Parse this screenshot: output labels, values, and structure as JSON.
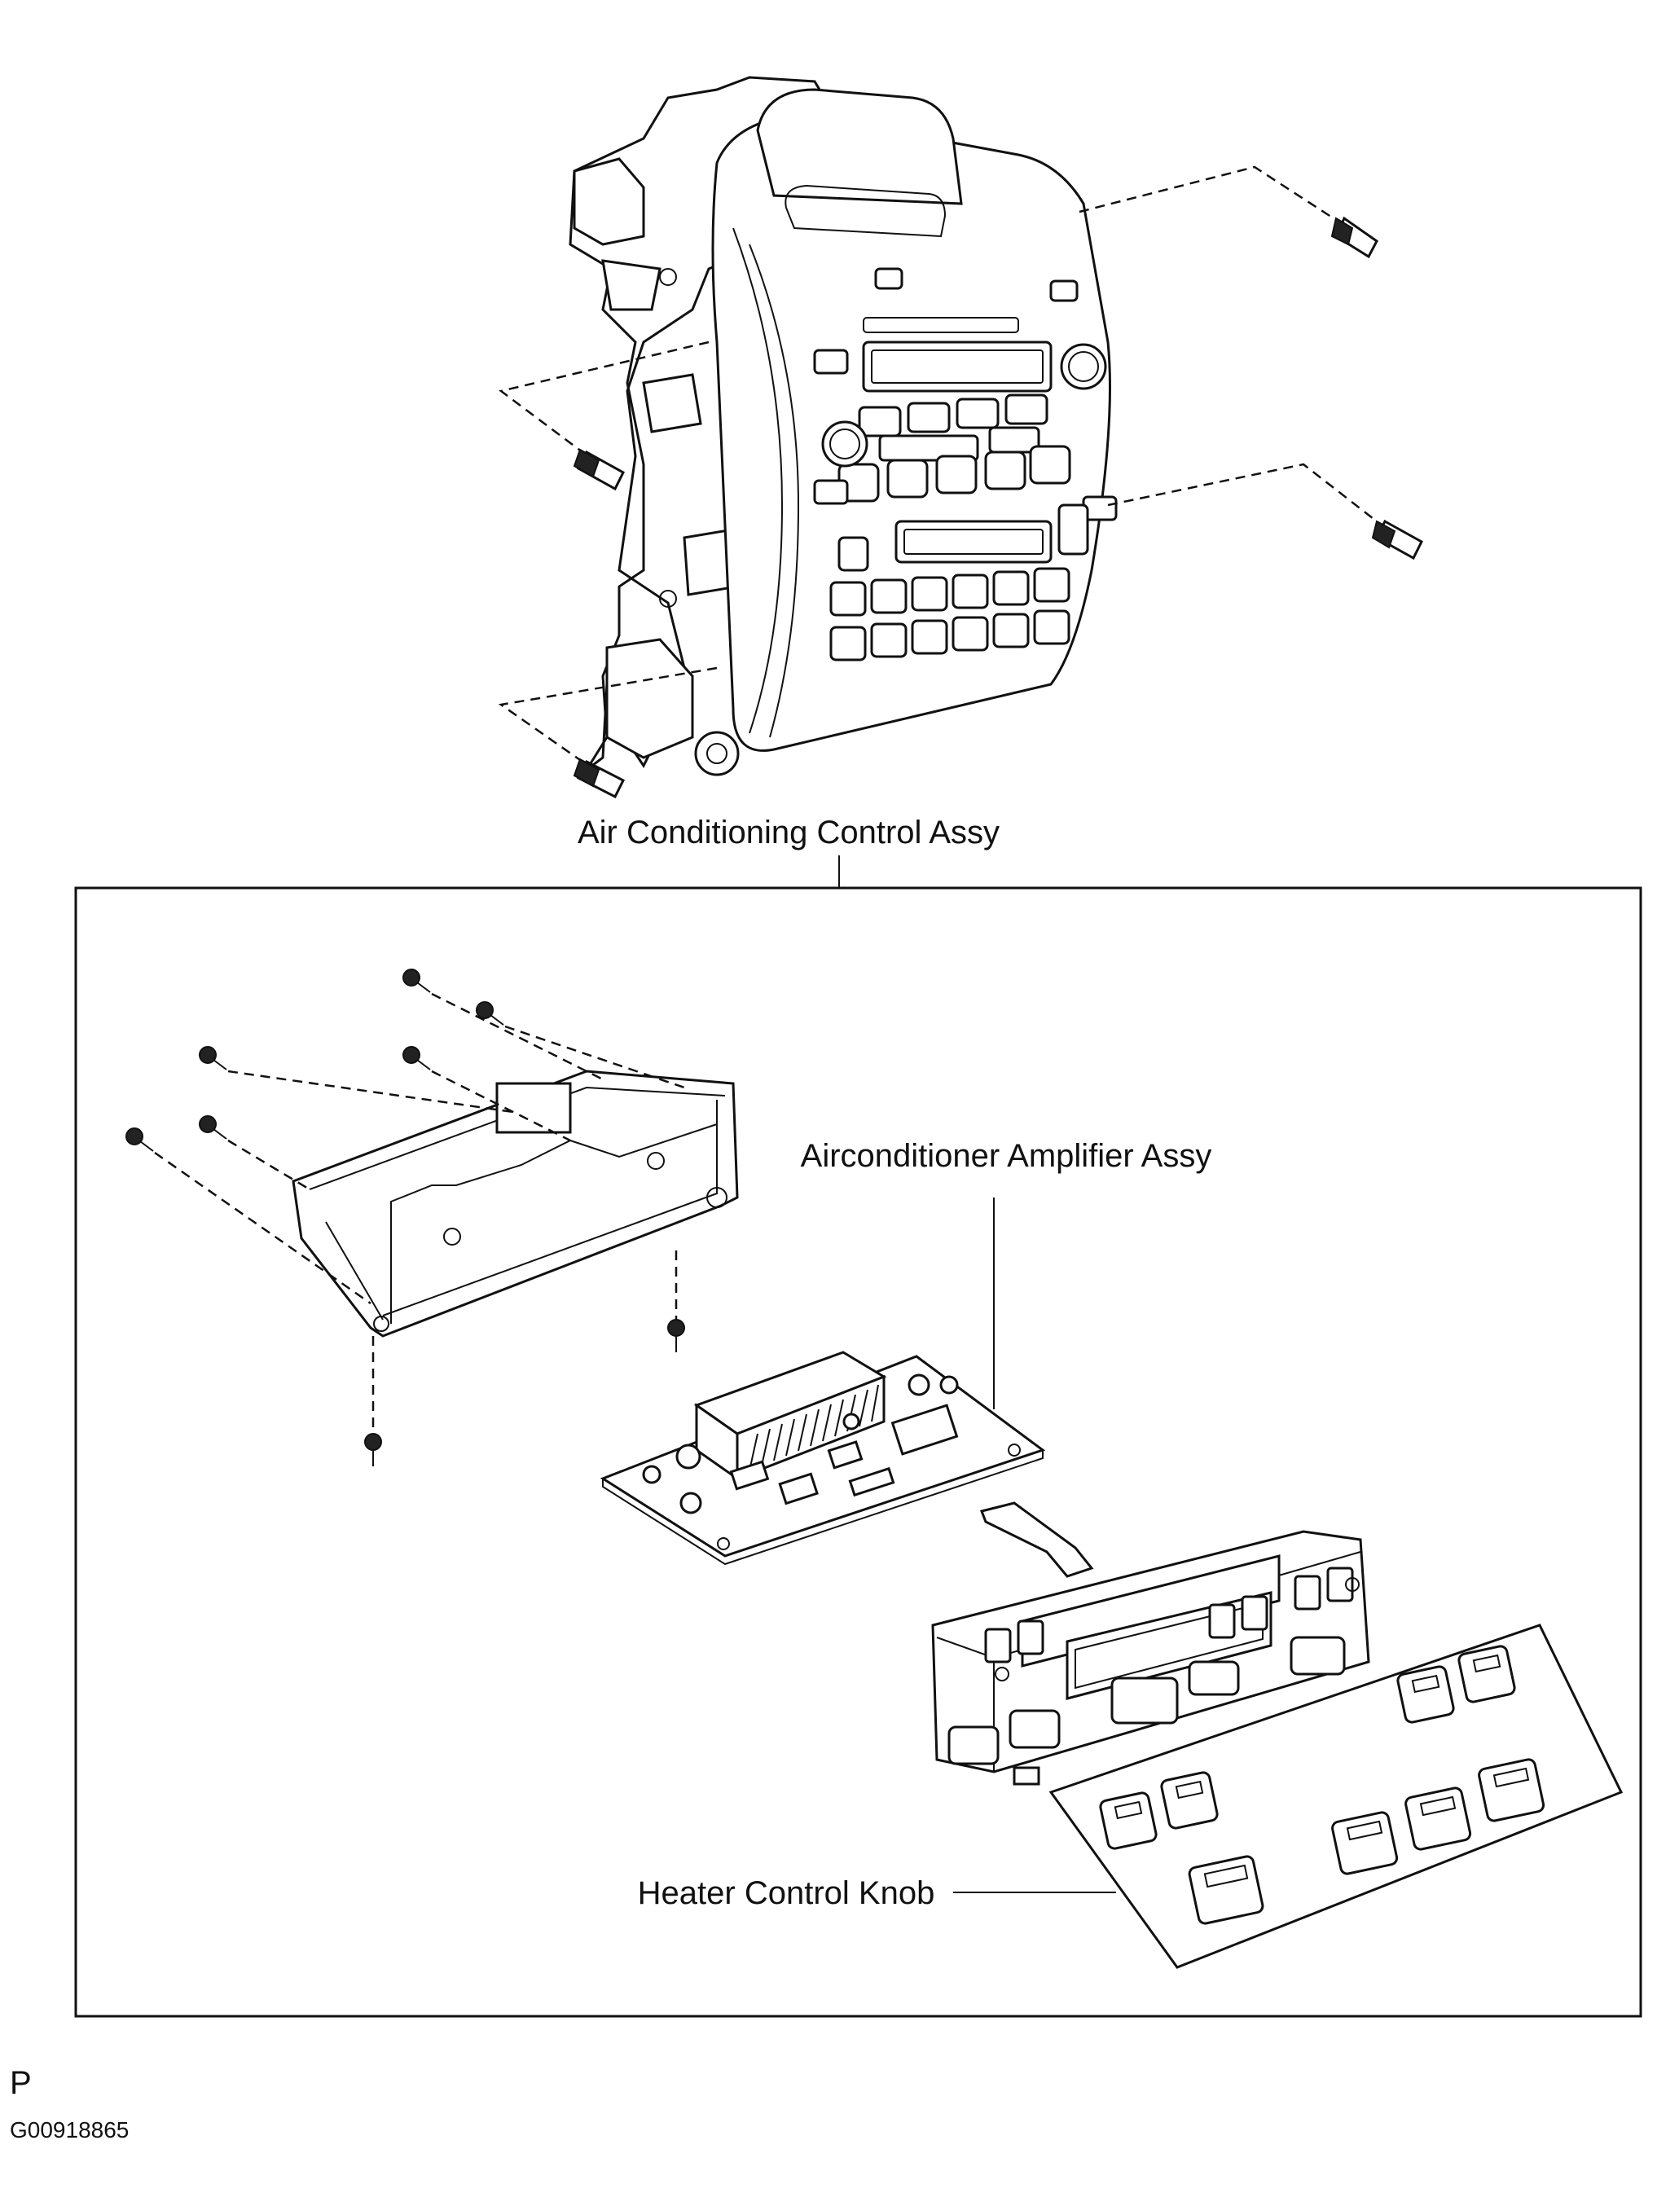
{
  "labels": {
    "ac_control_assy": "Air Conditioning Control Assy",
    "amplifier_assy": "Airconditioner Amplifier Assy",
    "heater_knob": "Heater Control Knob"
  },
  "footer": {
    "letter": "P",
    "code": "G00918865"
  }
}
